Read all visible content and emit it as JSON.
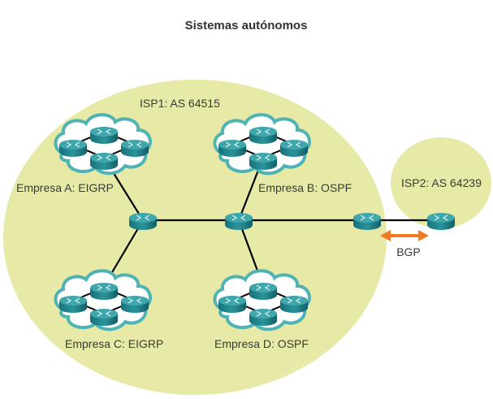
{
  "title": "Sistemas autónomos",
  "colors": {
    "as_fill": "#e6eaa6",
    "router_top": "#3fa3a8",
    "router_body": "#1d7f86",
    "cloud_stroke": "#4fb3b5",
    "link": "#000000",
    "bgp_arrow": "#f07a22",
    "text": "#3a3a3a"
  },
  "autonomous_systems": [
    {
      "id": "isp1",
      "label": "ISP1: AS 64515"
    },
    {
      "id": "isp2",
      "label": "ISP2: AS 64239"
    }
  ],
  "companies": [
    {
      "id": "a",
      "label": "Empresa A: EIGRP",
      "protocol": "EIGRP"
    },
    {
      "id": "b",
      "label": "Empresa B: OSPF",
      "protocol": "OSPF"
    },
    {
      "id": "c",
      "label": "Empresa C: EIGRP",
      "protocol": "EIGRP"
    },
    {
      "id": "d",
      "label": "Empresa D: OSPF",
      "protocol": "OSPF"
    }
  ],
  "bgp_label": "BGP",
  "icons": {
    "router": "router-icon",
    "cloud": "cloud-icon",
    "arrow": "double-arrow-icon"
  }
}
